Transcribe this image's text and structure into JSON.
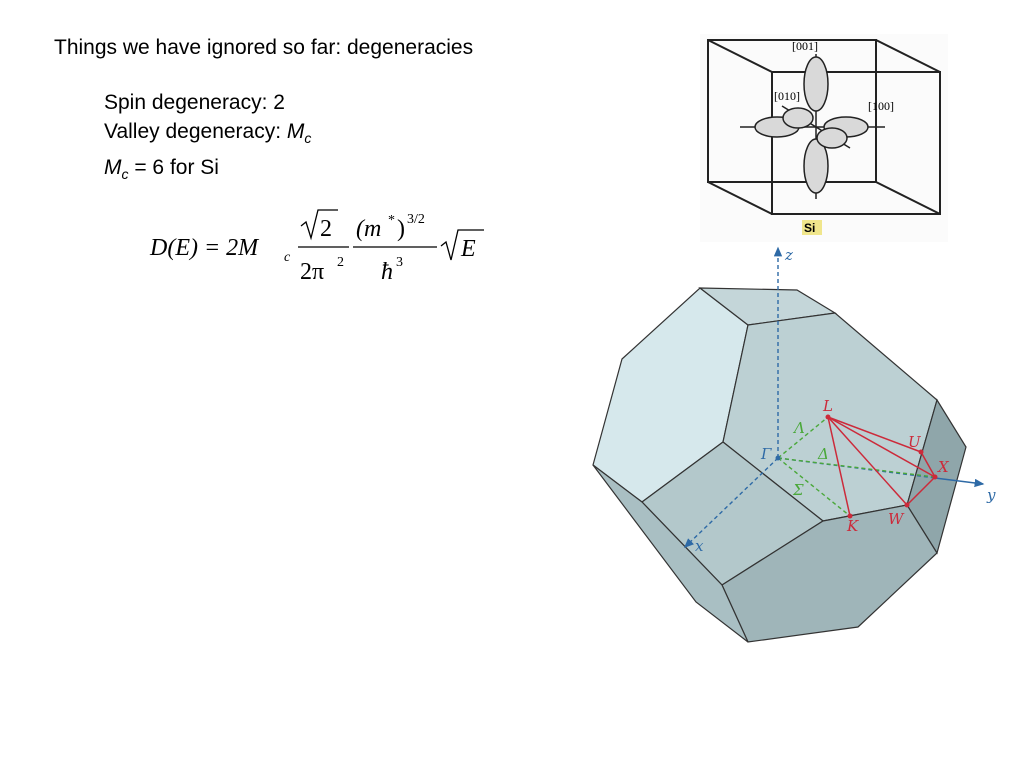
{
  "slide": {
    "title": "Things we have ignored so far: degeneracies",
    "spin_label": "Spin degeneracy: 2",
    "valley_label": "Valley degeneracy: ",
    "valley_sym": "M",
    "valley_sub": "c",
    "mc_sym": "M",
    "mc_sub": "c",
    "mc_rest": " = 6 for Si"
  },
  "equation": {
    "lhs": "D(E) = 2M",
    "lhs_sub": "c",
    "frac1_num": "2",
    "frac1_den": "2π",
    "frac1_den_sup": "2",
    "frac2_num": "(m",
    "frac2_num_star": "*",
    "frac2_num_close": ")",
    "frac2_num_sup": "3/2",
    "frac2_den": "ħ",
    "frac2_den_sup": "3",
    "sqrt_var": "E"
  },
  "valley_figure": {
    "label_001": "[001]",
    "label_010": "[010]",
    "label_100": "[100]",
    "material": "Si",
    "material_bg": "#f0e68c"
  },
  "bz_figure": {
    "axis_z": "z",
    "axis_y": "y",
    "axis_x": "x",
    "pt_gamma": "Γ",
    "pt_L": "L",
    "pt_U": "U",
    "pt_X": "X",
    "pt_K": "K",
    "pt_W": "W",
    "line_lambda": "Λ",
    "line_delta": "Δ",
    "line_sigma": "Σ",
    "colors": {
      "axis": "#2e6aa6",
      "path": "#cc2a3a",
      "sym_line": "#4aa83a"
    }
  }
}
